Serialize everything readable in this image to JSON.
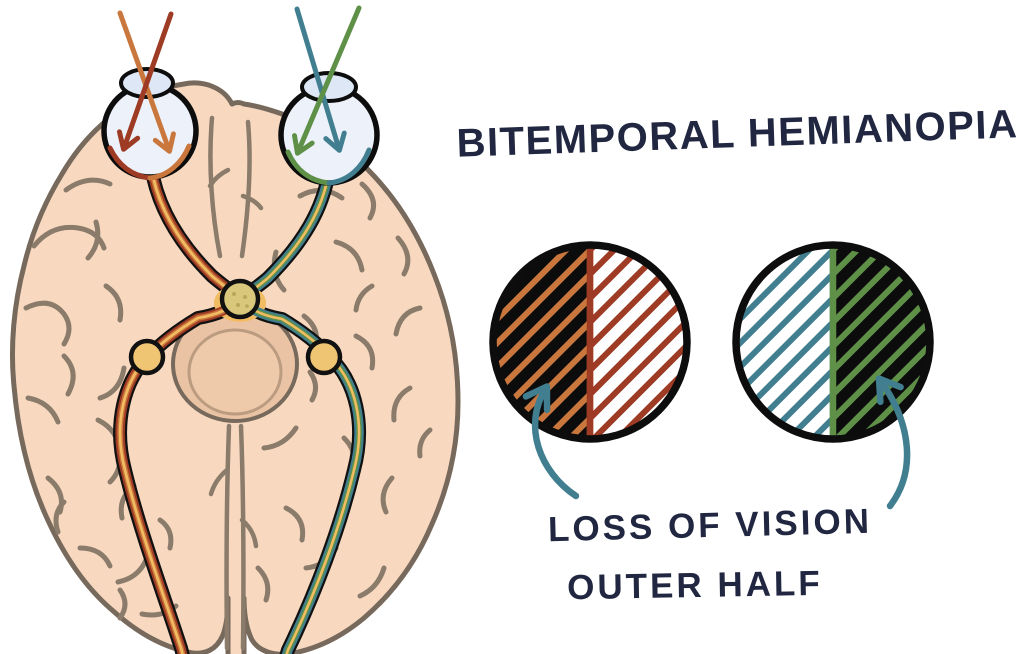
{
  "title": "BITEMPORAL HEMIANOPIA",
  "caption": {
    "line1": "LOSS OF VISION",
    "line2": "OUTER HALF"
  },
  "colors": {
    "ink": "#222741",
    "dark_red": "#9e3b24",
    "orange": "#c9773d",
    "teal": "#417f90",
    "green": "#5e9048",
    "yellow": "#f2bc62",
    "brain": "#f8d9c0",
    "brain_line": "#77695c",
    "gyri": "#8a7b6a",
    "midbrain": "#e9c3a4",
    "midbrain_inner": "#eecaab",
    "tumor": "#d9c87c",
    "lgn": "#efc473",
    "eye": "#edf1f9",
    "cornea": "#dde7f6"
  }
}
